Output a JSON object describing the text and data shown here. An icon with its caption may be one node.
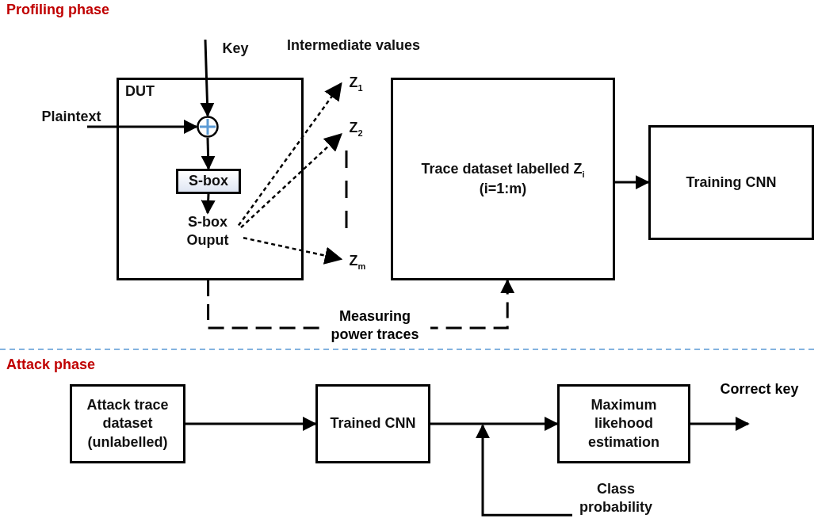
{
  "diagram": {
    "nodes": [
      {
        "text": [
          "Key"
        ]
      },
      {
        "text": [
          "Plaintext"
        ]
      },
      {
        "text": [
          "DUT"
        ]
      },
      {
        "text": [],
        "shape": "circle",
        "in": 2
      },
      {
        "text": [
          "S-box"
        ],
        "in": 2
      },
      {
        "text": [
          "S-box Ouput"
        ],
        "in": 2
      },
      {
        "text": [
          "Z$_{1}$"
        ]
      },
      {
        "text": [
          "Z$_{2}$"
        ]
      },
      {
        "text": [
          "Z$_{m}$"
        ]
      },
      {
        "text": [
          "Trace dataset labelled Z$_{i}$ (i=1:m)"
        ]
      },
      {
        "text": [
          "Training CNN"
        ]
      },
      {
        "text": [
          "Attack trace dataset (unlabelled)"
        ]
      },
      {
        "text": [
          "Trained CNN"
        ]
      },
      {
        "text": [
          "Maximum likehood estimation"
        ]
      },
      {
        "text": [
          "Class probability"
        ]
      }
    ],
    "edges": [
      {
        "from": 0,
        "to": 3,
        "arrow": "to"
      },
      {
        "from": 1,
        "to": 3,
        "arrow": "to"
      },
      {
        "from": 3,
        "to": 4,
        "arrow": "to"
      },
      {
        "from": 4,
        "to": 5,
        "arrow": "to"
      },
      {
        "from": 5,
        "to": 6,
        "arrow": "to",
        "style": "dashed"
      },
      {
        "from": 5,
        "to": 7,
        "arrow": "to",
        "style": "dashed"
      },
      {
        "from": 5,
        "to": 8,
        "arrow": "to",
        "style": "dashed"
      },
      {
        "from": 2,
        "to": 9,
        "arrow": "to",
        "style": "dashed",
        "label": "Measuring power traces"
      },
      {
        "from": 9,
        "to": 10,
        "arrow": "to"
      },
      {
        "from": 11,
        "to": 12,
        "arrow": "to"
      },
      {
        "from": 12,
        "to": 13,
        "arrow": "to"
      },
      {
        "from": 13,
        "to": null,
        "arrow": "to",
        "label": "Correct key"
      },
      {
        "from": 14,
        "to": null,
        "arrow": "to"
      }
    ],
    "labels": [
      "Profiling phase",
      "Intermediate values",
      "Attack phase"
    ]
  }
}
